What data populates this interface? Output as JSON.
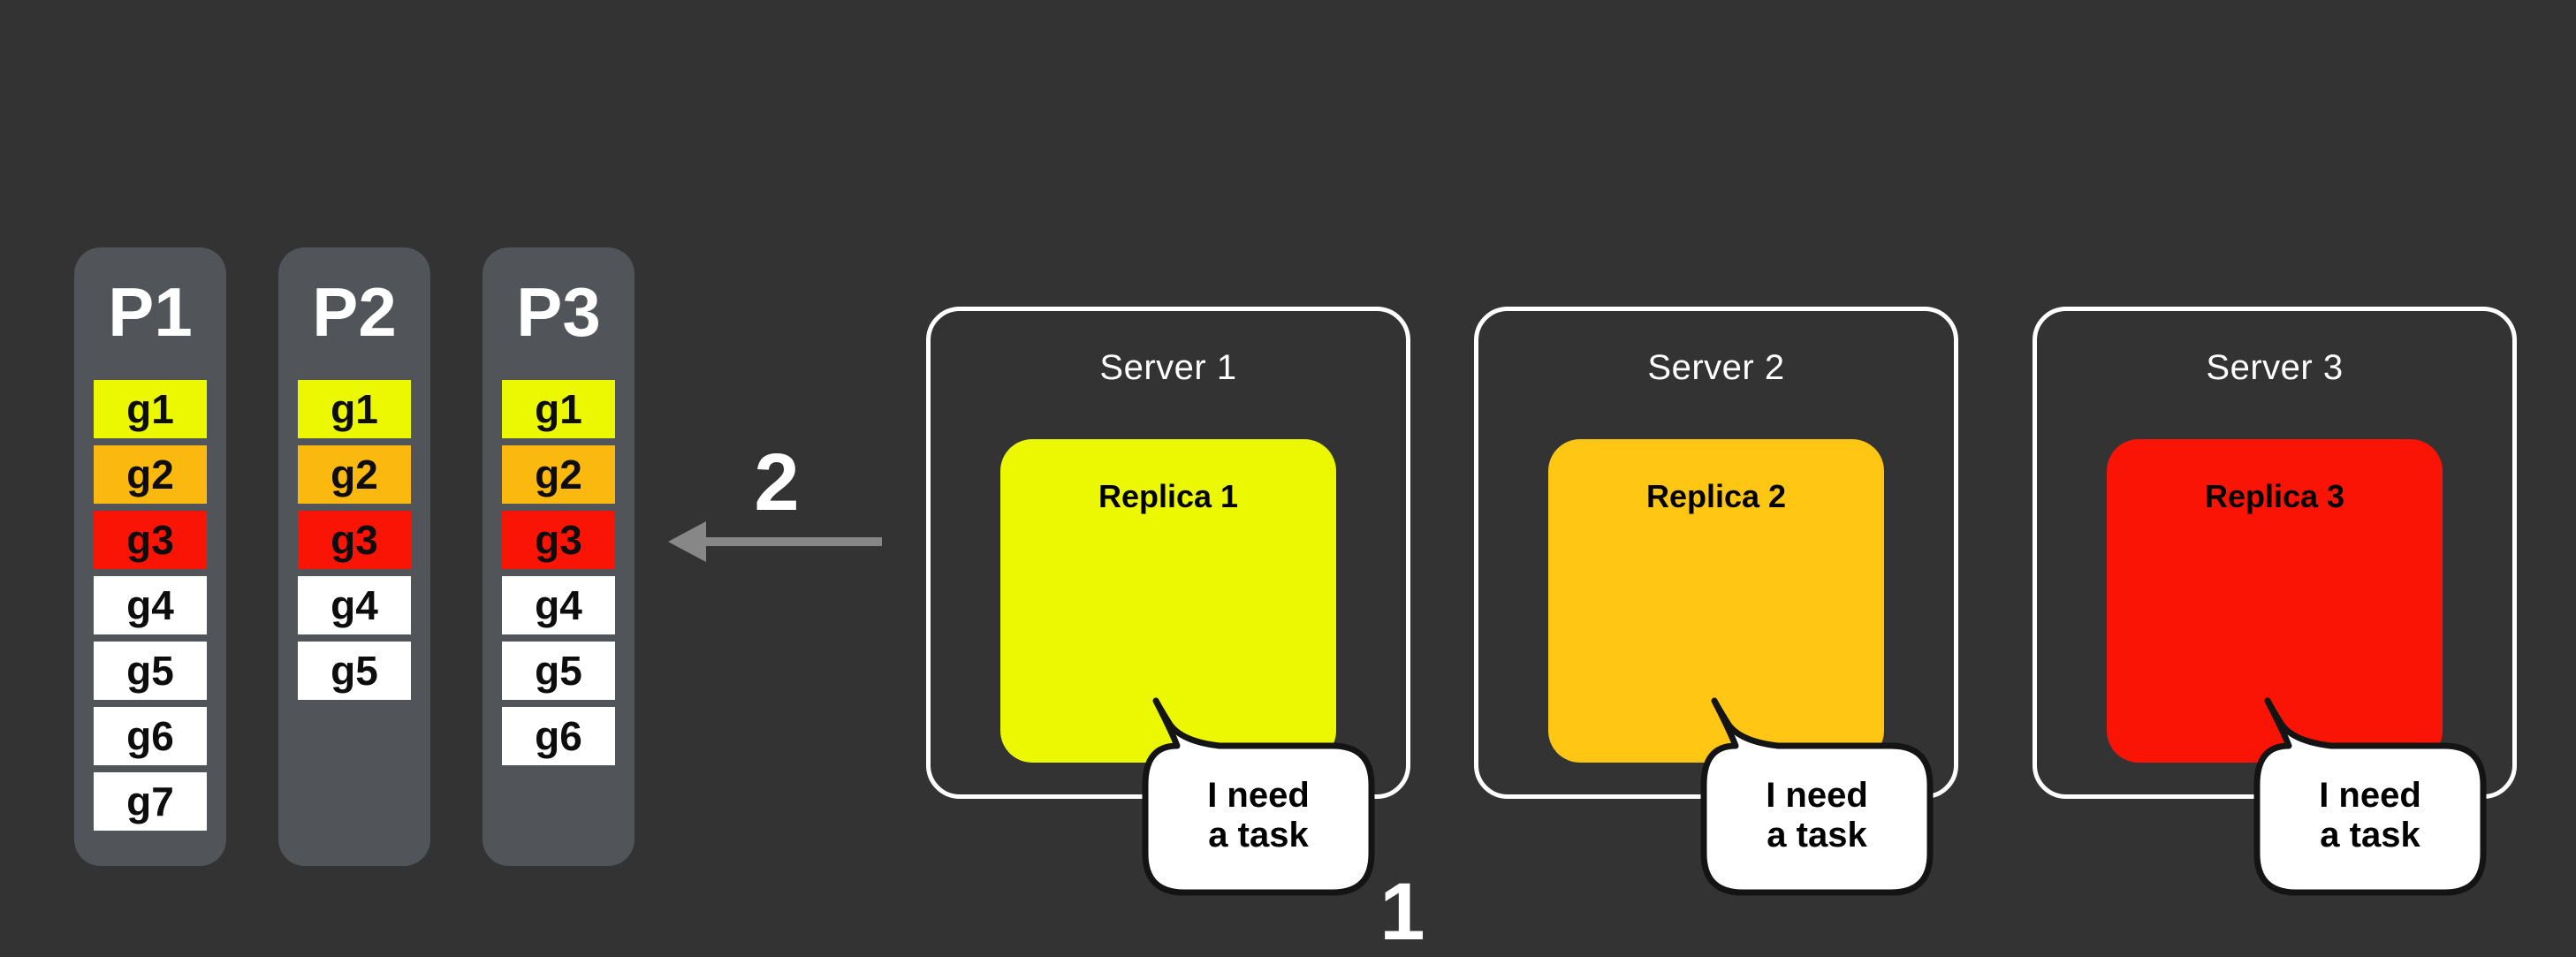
{
  "palette": {
    "background": "#333333",
    "queue_bg": "#515459",
    "task_yellow": "#ECF802",
    "task_orange": "#FBB90F",
    "task_red": "#FA1405",
    "task_white": "#FFFFFF",
    "replica1_yellow": "#ECF802",
    "replica2_amber": "#FFC614",
    "replica3_red": "#FA1405",
    "arrow_gray": "#878787",
    "server_border": "#FFFFFF",
    "bubble_border": "#141414"
  },
  "queues": {
    "columns": [
      {
        "label": "P1",
        "tasks": [
          {
            "id": "g1",
            "color": "#ECF802"
          },
          {
            "id": "g2",
            "color": "#FBB90F"
          },
          {
            "id": "g3",
            "color": "#FA1405"
          },
          {
            "id": "g4",
            "color": "#FFFFFF"
          },
          {
            "id": "g5",
            "color": "#FFFFFF"
          },
          {
            "id": "g6",
            "color": "#FFFFFF"
          },
          {
            "id": "g7",
            "color": "#FFFFFF"
          }
        ]
      },
      {
        "label": "P2",
        "tasks": [
          {
            "id": "g1",
            "color": "#ECF802"
          },
          {
            "id": "g2",
            "color": "#FBB90F"
          },
          {
            "id": "g3",
            "color": "#FA1405"
          },
          {
            "id": "g4",
            "color": "#FFFFFF"
          },
          {
            "id": "g5",
            "color": "#FFFFFF"
          }
        ]
      },
      {
        "label": "P3",
        "tasks": [
          {
            "id": "g1",
            "color": "#ECF802"
          },
          {
            "id": "g2",
            "color": "#FBB90F"
          },
          {
            "id": "g3",
            "color": "#FA1405"
          },
          {
            "id": "g4",
            "color": "#FFFFFF"
          },
          {
            "id": "g5",
            "color": "#FFFFFF"
          },
          {
            "id": "g6",
            "color": "#FFFFFF"
          }
        ]
      }
    ]
  },
  "servers": [
    {
      "title": "Server 1",
      "replica_label": "Replica 1",
      "replica_color": "#ECF802",
      "bubble_line1": "I need",
      "bubble_line2": "a task"
    },
    {
      "title": "Server 2",
      "replica_label": "Replica 2",
      "replica_color": "#FFC614",
      "bubble_line1": "I need",
      "bubble_line2": "a task"
    },
    {
      "title": "Server 3",
      "replica_label": "Replica 3",
      "replica_color": "#FA1405",
      "bubble_line1": "I need",
      "bubble_line2": "a task"
    }
  ],
  "annotations": {
    "step_assign": "2",
    "step_request": "1"
  }
}
